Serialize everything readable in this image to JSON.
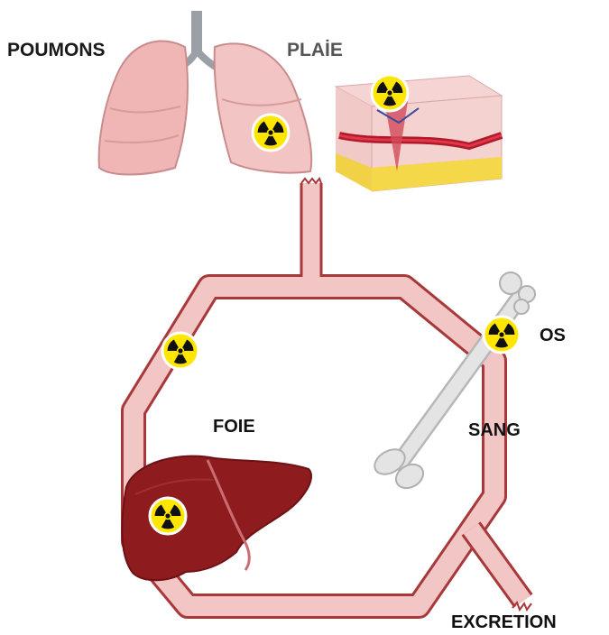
{
  "title_fragment": "",
  "labels": {
    "lungs": "POUMONS",
    "wound": "PLAİE",
    "bone": "OS",
    "liver": "FOIE",
    "blood": "SANG",
    "excretion": "EXCRETION"
  },
  "colors": {
    "vessel_fill": "#f3c6c6",
    "vessel_stroke": "#a8383a",
    "liver": "#8e1c1f",
    "bone": "#e4e4e4",
    "lung": "#f0b6b6",
    "trefoil_bg": "#ffe600",
    "title_red": "#d40f1a"
  },
  "icons": [
    "radiation-trefoil-icon",
    "lungs-illustration",
    "skin-wound-illustration",
    "liver-illustration",
    "femur-bone-illustration"
  ]
}
